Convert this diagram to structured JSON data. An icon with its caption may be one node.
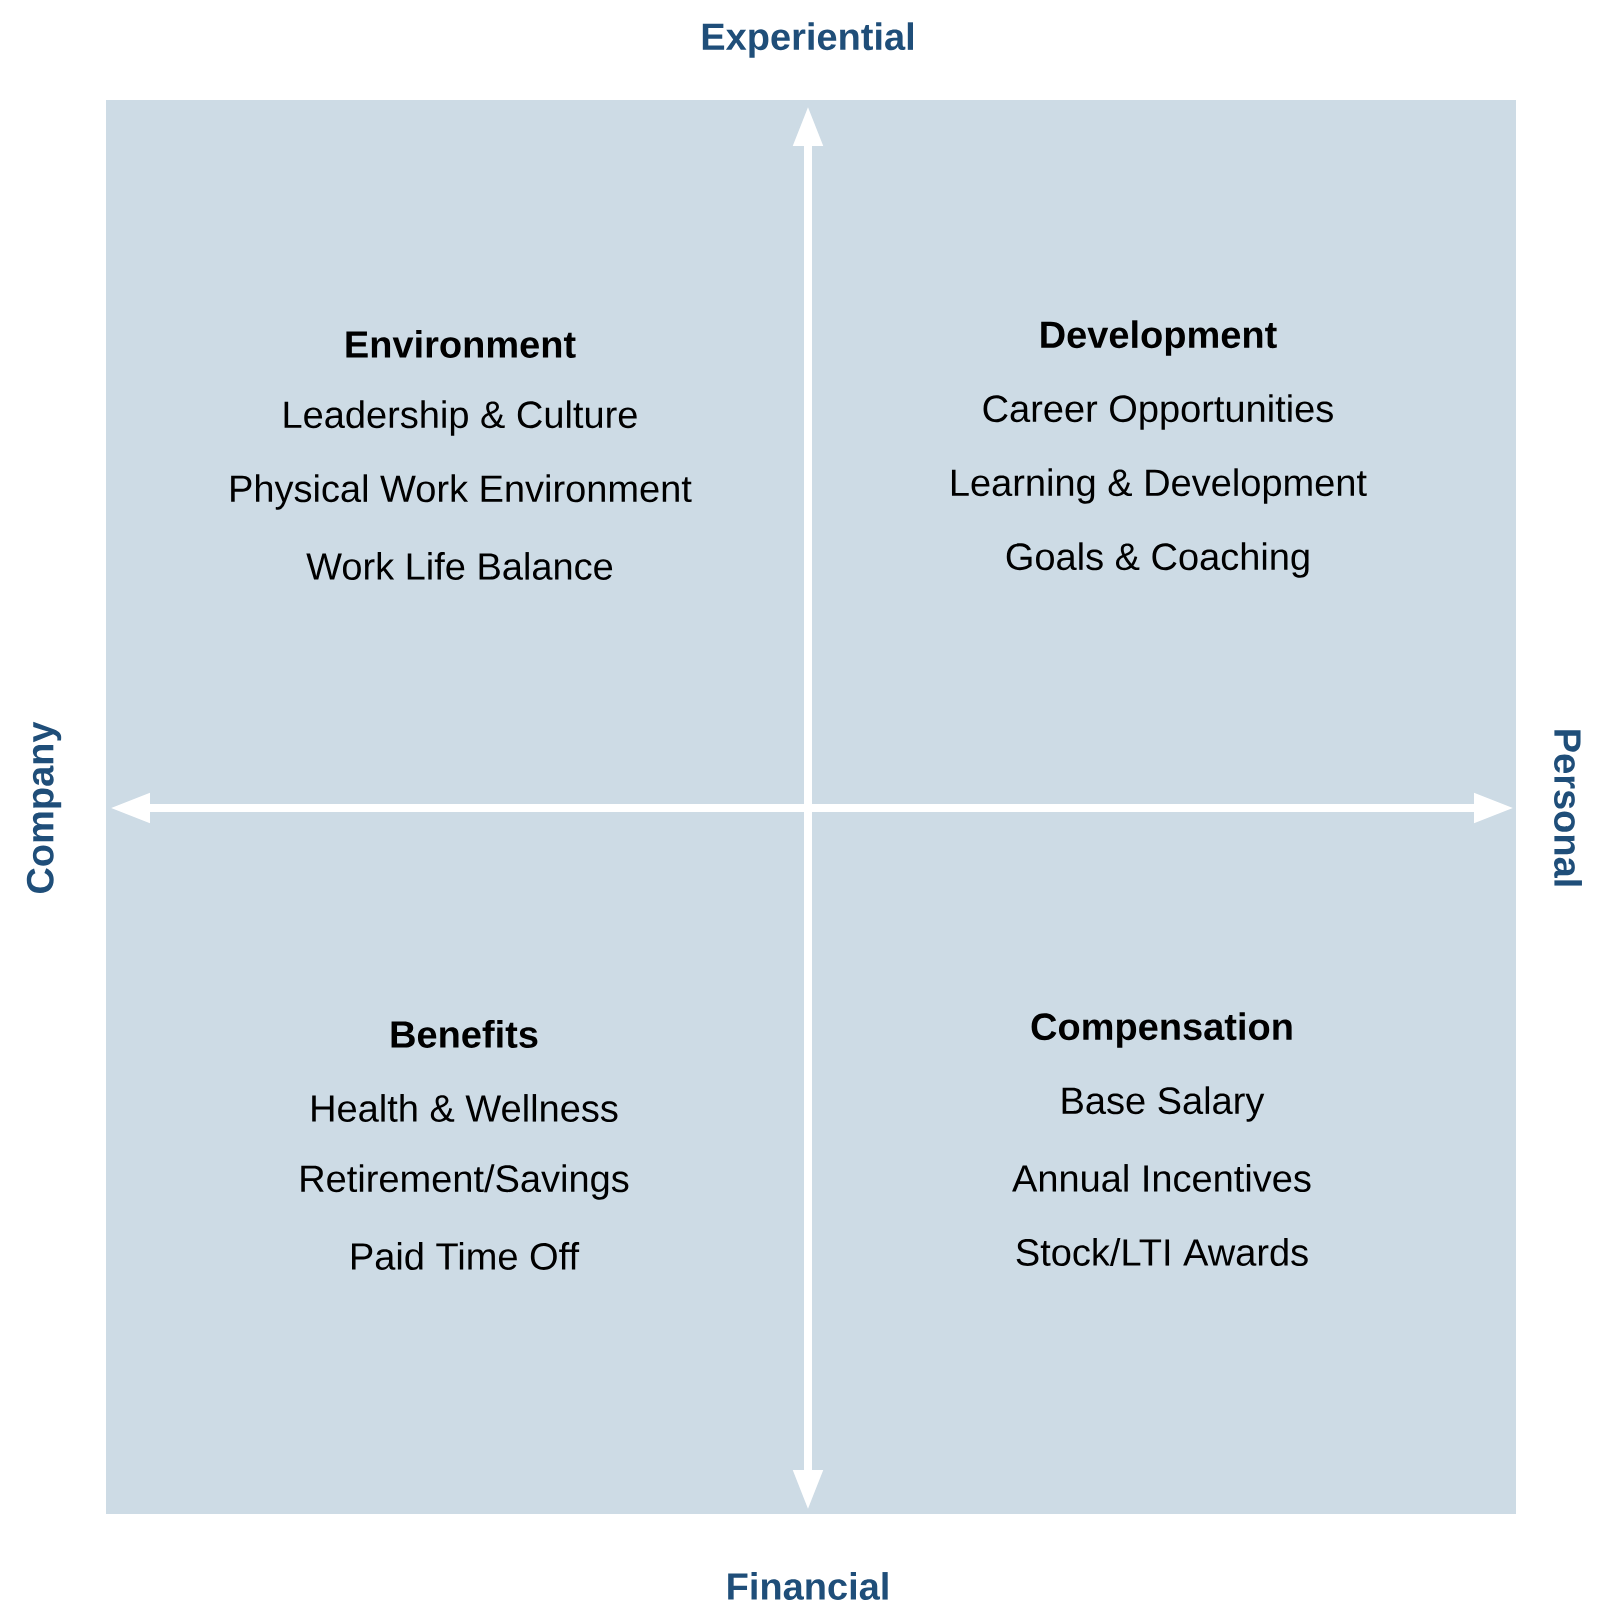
{
  "diagram": {
    "labels": [
      "Experiential",
      "Environment",
      "Leadership & Culture",
      "Physical Work Environment",
      "Work Life Balance",
      "Development",
      "Career Opportunities",
      "Learning & Development",
      "Goals & Coaching",
      "Company",
      "Personal",
      "Benefits",
      "Health & Wellness",
      "Retirement/Savings",
      "Paid Time Off",
      "Compensation",
      "Base Salary",
      "Annual Incentives",
      "Stock/LTI Awards",
      "Financial"
    ]
  }
}
